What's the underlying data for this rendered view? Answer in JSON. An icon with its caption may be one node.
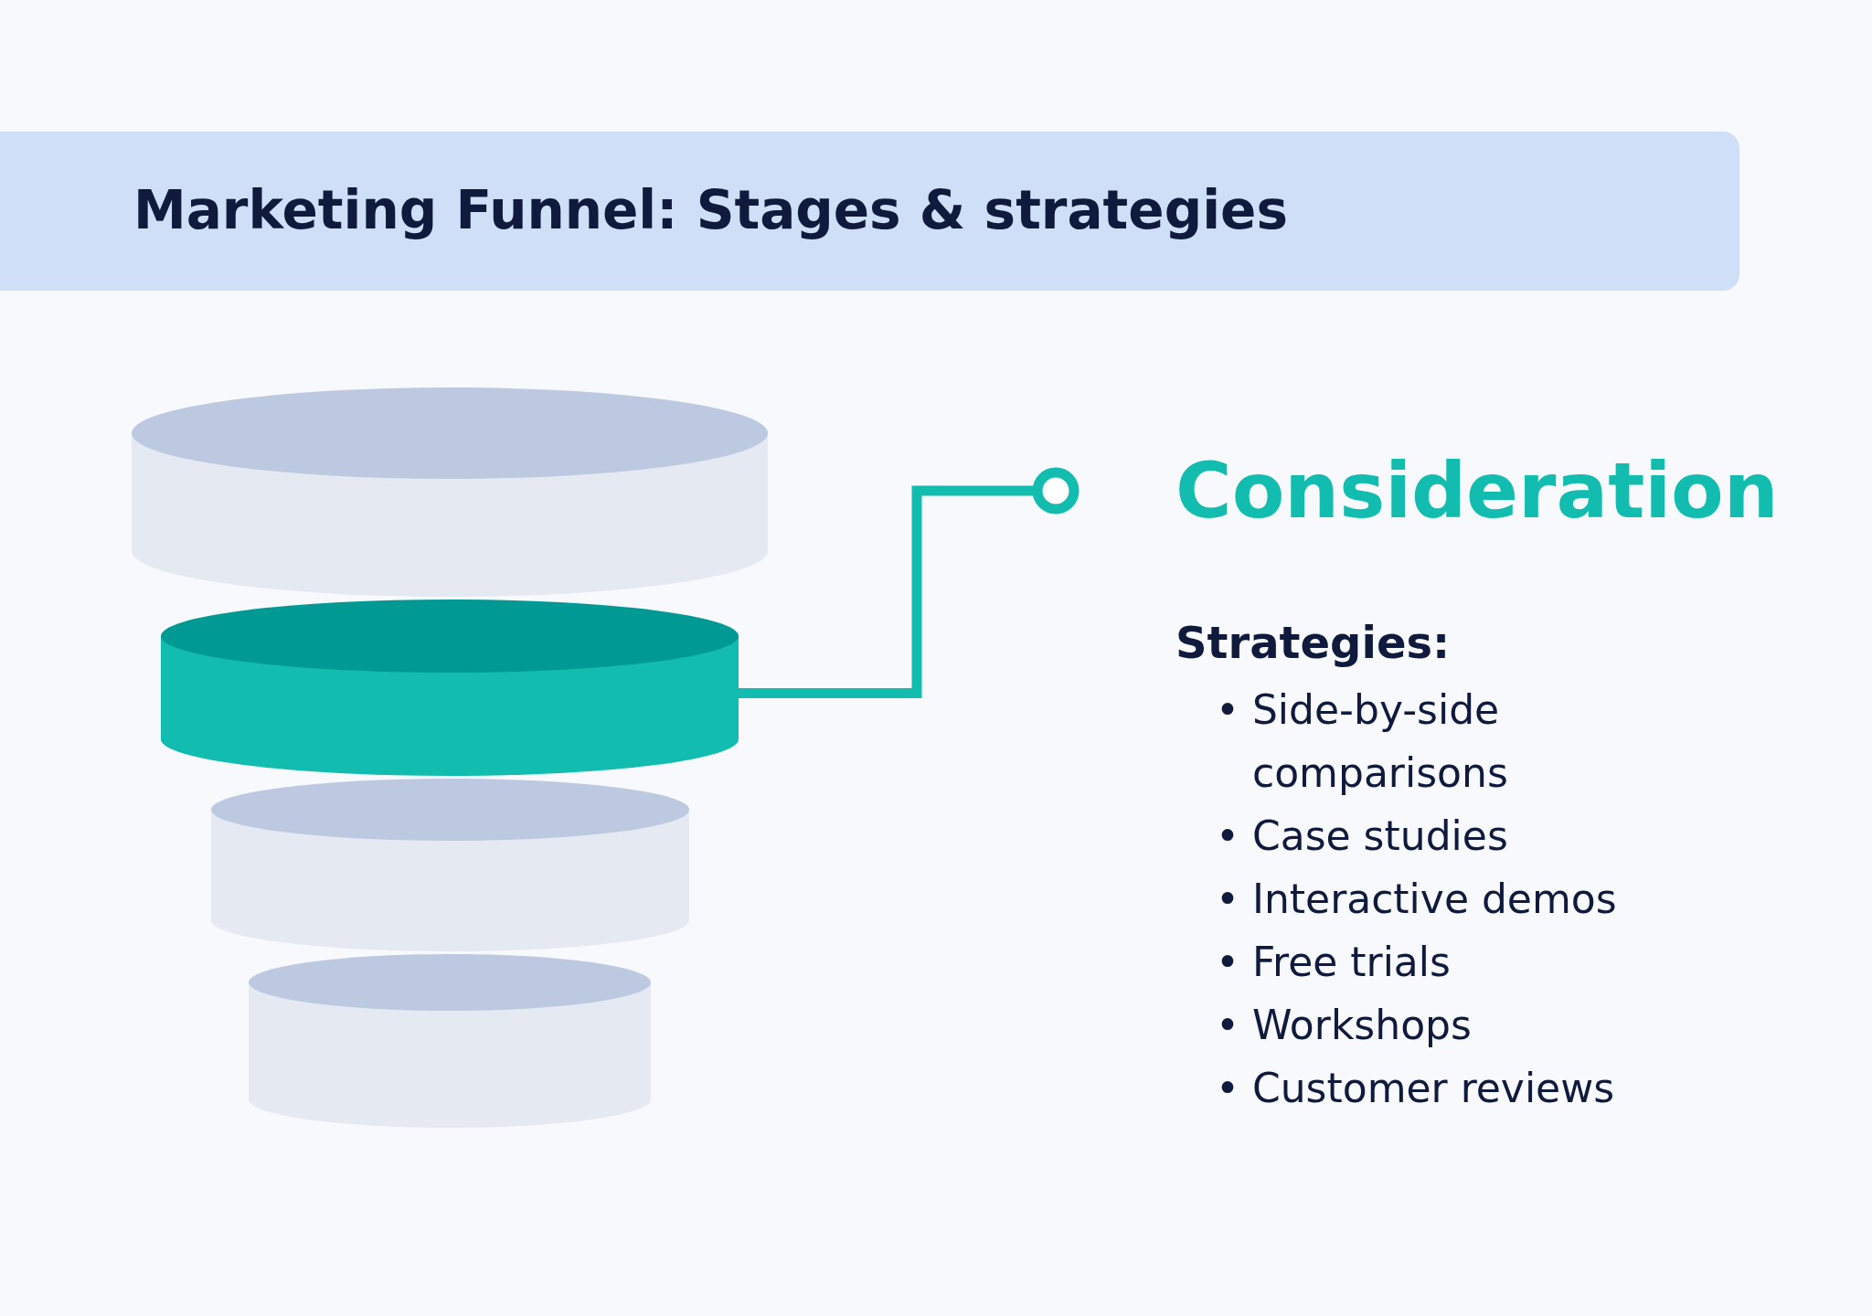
{
  "diagram": {
    "title": "Marketing Funnel: Stages & strategies",
    "nodes": [
      {
        "text": [],
        "shape": "cylinder"
      },
      {
        "text": [],
        "shape": "cylinder"
      },
      {
        "text": [],
        "shape": "cylinder"
      },
      {
        "text": [],
        "shape": "cylinder"
      },
      {
        "text": [
          "Consideration"
        ]
      }
    ],
    "edges": [
      {
        "from": 4,
        "to": 1,
        "arrow": "other"
      }
    ],
    "labels": [
      "Strategies:",
      "• Side-by-side comparisons",
      "• Case studies",
      "• Interactive demos",
      "• Free trials",
      "• Workshops",
      "• Customer reviews"
    ]
  }
}
